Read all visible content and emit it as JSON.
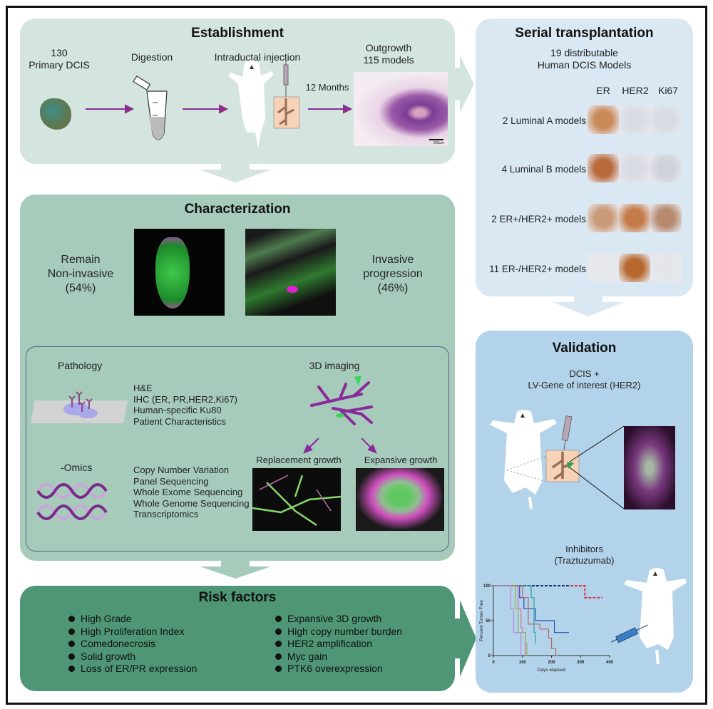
{
  "establishment": {
    "title": "Establishment",
    "primary_count": "130",
    "primary_label": "Primary DCIS",
    "digestion": "Digestion",
    "injection": "Intraductal injection",
    "time": "12 Months",
    "outgrowth": "Outgrowth",
    "models": "115 models",
    "scale_bar": "200um"
  },
  "serial": {
    "title": "Serial transplantation",
    "subtitle_1": "19  distributable",
    "subtitle_2": "Human DCIS Models",
    "markers": [
      "ER",
      "HER2",
      "Ki67"
    ],
    "rows": [
      {
        "label": "2 Luminal A models",
        "stains": [
          "#c98a5a",
          "#d7dbe3",
          "#d7dbe3"
        ]
      },
      {
        "label": "4 Luminal B models",
        "stains": [
          "#b86a3c",
          "#d9dbe2",
          "#cfd2da"
        ]
      },
      {
        "label": "2 ER+/HER2+ models",
        "stains": [
          "#c99a78",
          "#c47b47",
          "#b88a70"
        ]
      },
      {
        "label": "11 ER-/HER2+ models",
        "stains": [
          "#e6e8ee",
          "#b8682e",
          "#e4e6ec"
        ]
      }
    ]
  },
  "characterization": {
    "title": "Characterization",
    "left_1": "Remain",
    "left_2": "Non-invasive",
    "left_3": "(54%)",
    "right_1": "Invasive",
    "right_2": "progression",
    "right_3": "(46%)",
    "pathology": "Pathology",
    "pathology_items": [
      "H&E",
      "IHC (ER, PR,HER2,Ki67)",
      "Human-specific Ku80",
      "Patient Characteristics"
    ],
    "omics": "-Omics",
    "omics_items": [
      "Copy Number Variation",
      "Panel Sequencing",
      "Whole Exome Sequencing",
      "Whole Genome Sequencing",
      "Transcriptomics"
    ],
    "imaging": "3D imaging",
    "replacement": "Replacement growth",
    "expansive": "Expansive growth"
  },
  "risk": {
    "title": "Risk factors",
    "left": [
      "High Grade",
      "High Proliferation Index",
      "Comedonecrosis",
      "Solid growth",
      "Loss of ER/PR expression"
    ],
    "right": [
      "Expansive 3D growth",
      "High copy number burden",
      "HER2 amplification",
      "Myc gain",
      "PTK6 overexpression"
    ]
  },
  "validation": {
    "title": "Validation",
    "line_1": "DCIS +",
    "line_2": "LV-Gene of interest (HER2)",
    "inhibitors": "Inhibitors",
    "drug": "(Traztuzumab)"
  },
  "chart_data": {
    "type": "line",
    "title": "",
    "xlabel": "Days elapsed",
    "ylabel": "Percent Tumor Free",
    "xlim": [
      0,
      400
    ],
    "ylim": [
      0,
      100
    ],
    "xticks": [
      "0",
      "100",
      "200",
      "300",
      "400"
    ],
    "yticks": [
      "0",
      "50",
      "100"
    ],
    "series": [
      {
        "name": "control-red-dashed",
        "color": "#d2324a",
        "dashed": true,
        "points": [
          [
            0,
            100
          ],
          [
            315,
            100
          ],
          [
            315,
            83
          ],
          [
            375,
            83
          ]
        ]
      },
      {
        "name": "control-navy-dashed",
        "color": "#1f2f8a",
        "dashed": true,
        "points": [
          [
            0,
            100
          ],
          [
            260,
            100
          ]
        ]
      },
      {
        "name": "blue",
        "color": "#2b4fb8",
        "dashed": false,
        "points": [
          [
            0,
            100
          ],
          [
            90,
            100
          ],
          [
            90,
            83
          ],
          [
            105,
            83
          ],
          [
            105,
            67
          ],
          [
            145,
            67
          ],
          [
            145,
            50
          ],
          [
            210,
            50
          ],
          [
            210,
            33
          ],
          [
            260,
            33
          ]
        ]
      },
      {
        "name": "teal",
        "color": "#2aa0a0",
        "dashed": false,
        "points": [
          [
            0,
            100
          ],
          [
            130,
            100
          ],
          [
            130,
            83
          ],
          [
            140,
            83
          ],
          [
            140,
            33
          ],
          [
            145,
            33
          ],
          [
            145,
            17
          ]
        ]
      },
      {
        "name": "brown",
        "color": "#b06a6a",
        "dashed": false,
        "points": [
          [
            0,
            100
          ],
          [
            100,
            100
          ],
          [
            100,
            83
          ],
          [
            120,
            83
          ],
          [
            120,
            45
          ],
          [
            160,
            45
          ],
          [
            160,
            38
          ],
          [
            190,
            38
          ],
          [
            190,
            25
          ],
          [
            200,
            25
          ],
          [
            200,
            10
          ],
          [
            215,
            10
          ],
          [
            215,
            0
          ],
          [
            220,
            0
          ]
        ]
      },
      {
        "name": "pink",
        "color": "#e06b9a",
        "dashed": false,
        "points": [
          [
            0,
            100
          ],
          [
            85,
            100
          ],
          [
            85,
            67
          ],
          [
            95,
            67
          ],
          [
            95,
            40
          ],
          [
            100,
            40
          ],
          [
            100,
            33
          ],
          [
            110,
            33
          ],
          [
            110,
            0
          ]
        ]
      },
      {
        "name": "green",
        "color": "#8bb84a",
        "dashed": false,
        "points": [
          [
            0,
            100
          ],
          [
            75,
            100
          ],
          [
            75,
            67
          ],
          [
            85,
            67
          ],
          [
            85,
            33
          ],
          [
            110,
            33
          ],
          [
            110,
            17
          ],
          [
            115,
            17
          ],
          [
            115,
            0
          ]
        ]
      },
      {
        "name": "lilac",
        "color": "#b48ad6",
        "dashed": false,
        "points": [
          [
            0,
            100
          ],
          [
            60,
            100
          ],
          [
            60,
            67
          ],
          [
            70,
            67
          ],
          [
            70,
            33
          ],
          [
            95,
            33
          ],
          [
            95,
            0
          ]
        ]
      }
    ]
  }
}
